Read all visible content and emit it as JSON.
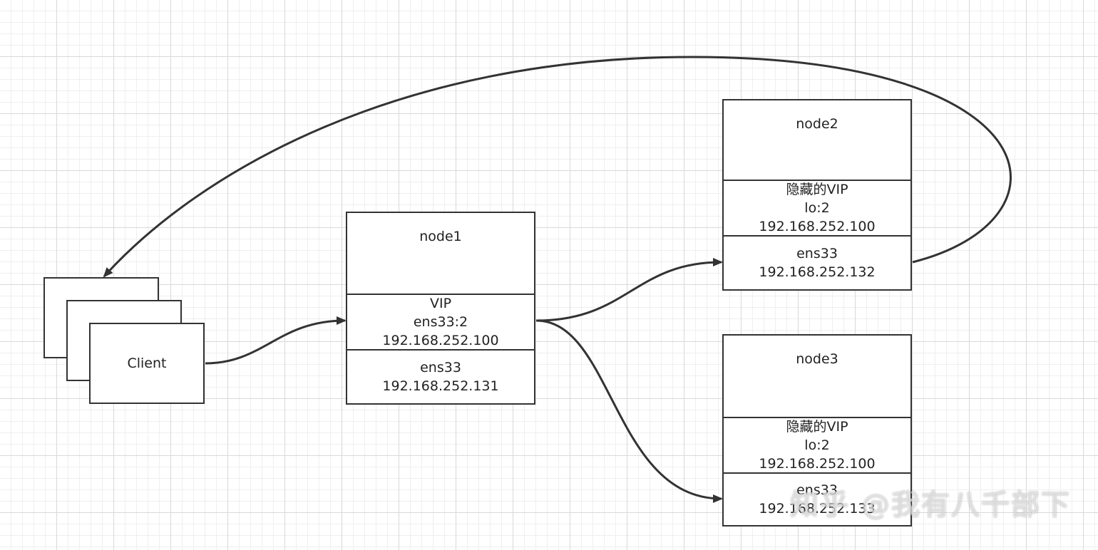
{
  "client": {
    "label": "Client"
  },
  "node1": {
    "title": "node1",
    "vip": {
      "line1": "VIP",
      "line2": "ens33:2",
      "line3": "192.168.252.100"
    },
    "nic": {
      "line1": "ens33",
      "line2": "192.168.252.131"
    }
  },
  "node2": {
    "title": "node2",
    "vip": {
      "line1": "隐藏的VIP",
      "line2": "lo:2",
      "line3": "192.168.252.100"
    },
    "nic": {
      "line1": "ens33",
      "line2": "192.168.252.132"
    }
  },
  "node3": {
    "title": "node3",
    "vip": {
      "line1": "隐藏的VIP",
      "line2": "lo:2",
      "line3": "192.168.252.100"
    },
    "nic": {
      "line1": "ens33",
      "line2": "192.168.252.133"
    }
  },
  "watermark": "知乎 @我有八千部下",
  "colors": {
    "stroke": "#333333",
    "grid": "#d9d9d9"
  }
}
